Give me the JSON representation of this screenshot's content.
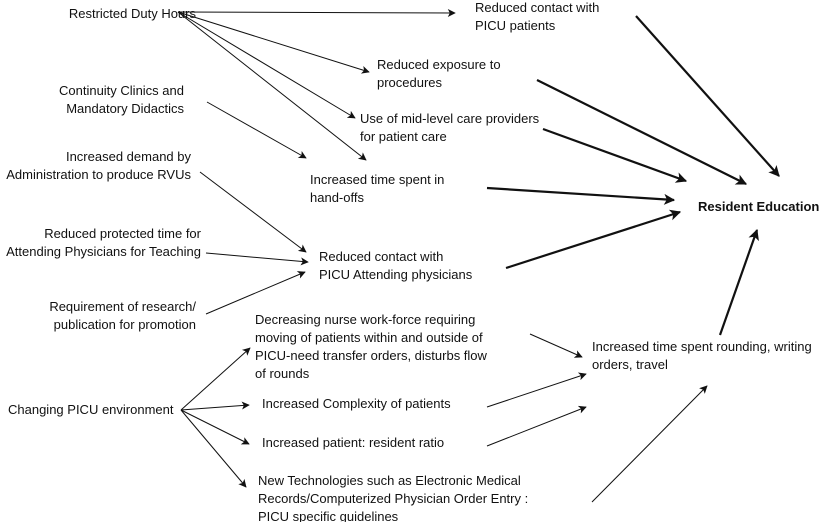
{
  "nodes": {
    "restricted_duty_hours": [
      "Restricted Duty Hours"
    ],
    "continuity_clinics": [
      "Continuity Clinics and",
      "Mandatory Didactics"
    ],
    "increased_demand": [
      "Increased demand by",
      "Administration to produce RVUs"
    ],
    "reduced_protected_time": [
      "Reduced protected time for",
      "Attending Physicians for Teaching"
    ],
    "requirement_research": [
      "Requirement of research/",
      "publication for promotion"
    ],
    "changing_picu": [
      "Changing PICU environment"
    ],
    "reduced_contact_picu_patients": [
      "Reduced contact with",
      "PICU patients"
    ],
    "reduced_exposure_procedures": [
      "Reduced exposure to",
      "procedures"
    ],
    "midlevel_providers": [
      "Use of mid-level care providers",
      "for patient care"
    ],
    "handoffs": [
      "Increased time spent in",
      "hand-offs"
    ],
    "reduced_contact_attending": [
      "Reduced contact with",
      "PICU Attending physicians"
    ],
    "resident_education": [
      "Resident Education"
    ],
    "nurse_workforce": [
      "Decreasing nurse work-force requiring",
      "moving of patients within and outside of",
      "PICU-need transfer orders, disturbs flow",
      "of rounds"
    ],
    "complexity": [
      "Increased Complexity of patients"
    ],
    "patient_ratio": [
      "Increased patient: resident ratio"
    ],
    "new_technologies": [
      "New Technologies such as Electronic Medical",
      "Records/Computerized Physician Order Entry :",
      "PICU specific guidelines"
    ],
    "rounding_time": [
      "Increased time spent rounding, writing",
      "orders, travel"
    ]
  },
  "colors": {
    "text": "#111111",
    "arrow": "#111111",
    "background": "#ffffff"
  }
}
